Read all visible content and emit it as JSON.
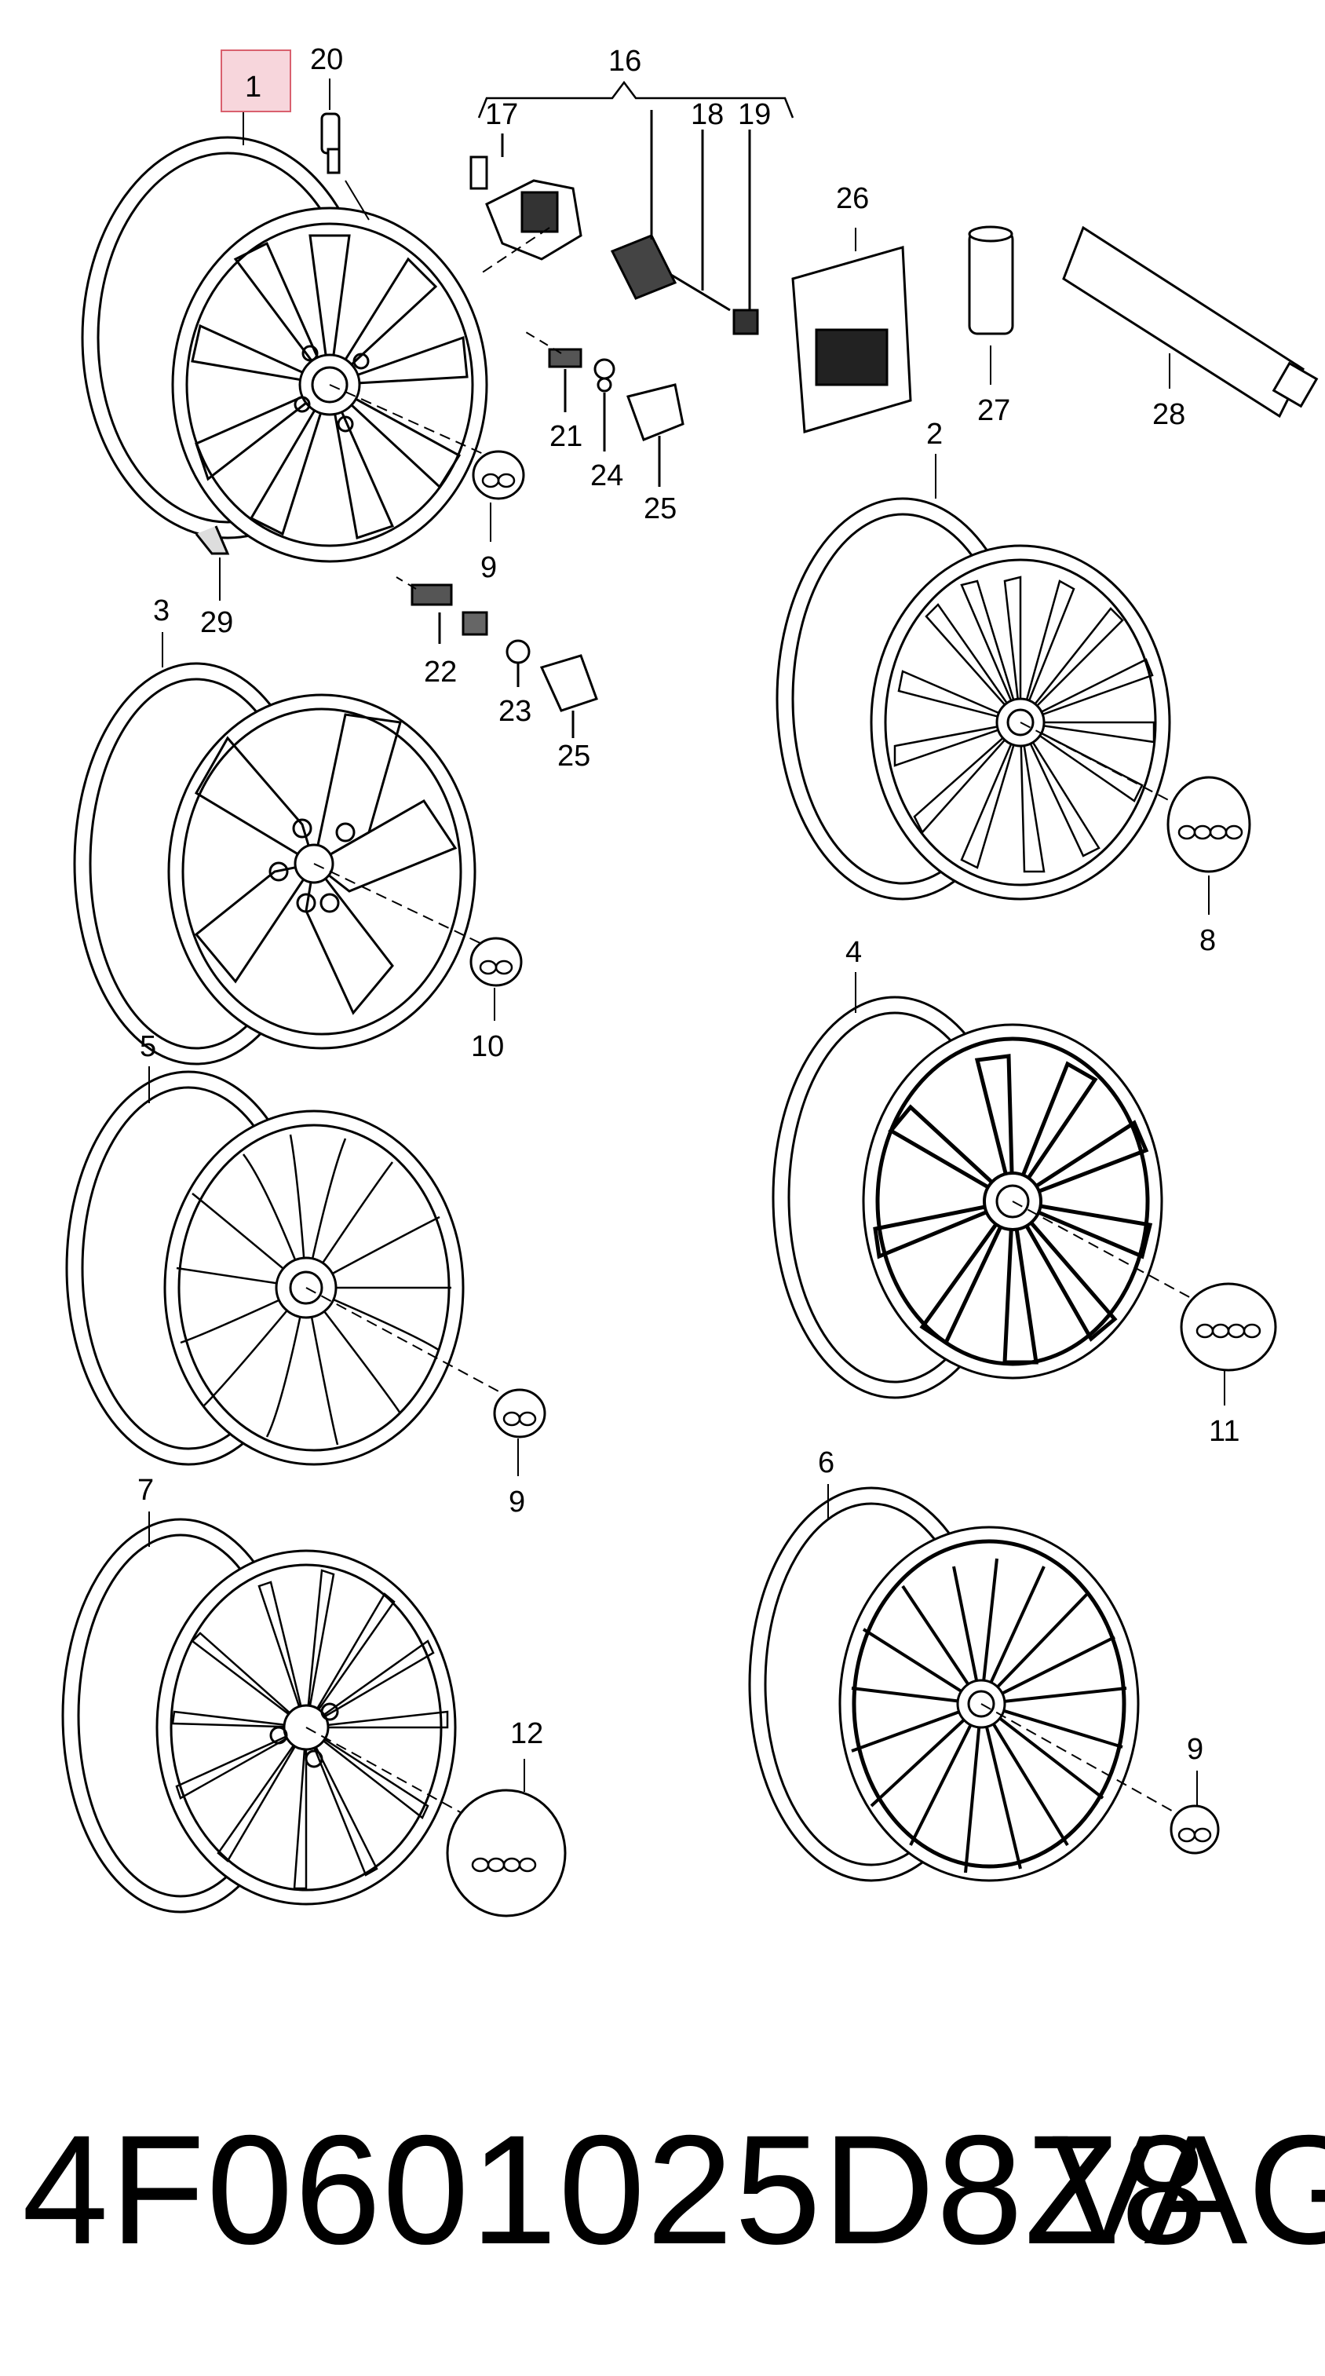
{
  "callouts": {
    "c1": "1",
    "c2": "2",
    "c3": "3",
    "c4": "4",
    "c5": "5",
    "c6": "6",
    "c7": "7",
    "c8": "8",
    "c9a": "9",
    "c9b": "9",
    "c9c": "9",
    "c10": "10",
    "c11": "11",
    "c12": "12",
    "c16": "16",
    "c17": "17",
    "c18": "18",
    "c19": "19",
    "c20": "20",
    "c21": "21",
    "c22": "22",
    "c23": "23",
    "c24": "24",
    "c25a": "25",
    "c25b": "25",
    "c26": "26",
    "c27": "27",
    "c28": "28",
    "c29": "29"
  },
  "highlight": {
    "color": "#f7d6dc",
    "border": "#d9606e"
  },
  "footer": {
    "part_number": "4F0601025D8Z8",
    "brand": "VAG"
  }
}
